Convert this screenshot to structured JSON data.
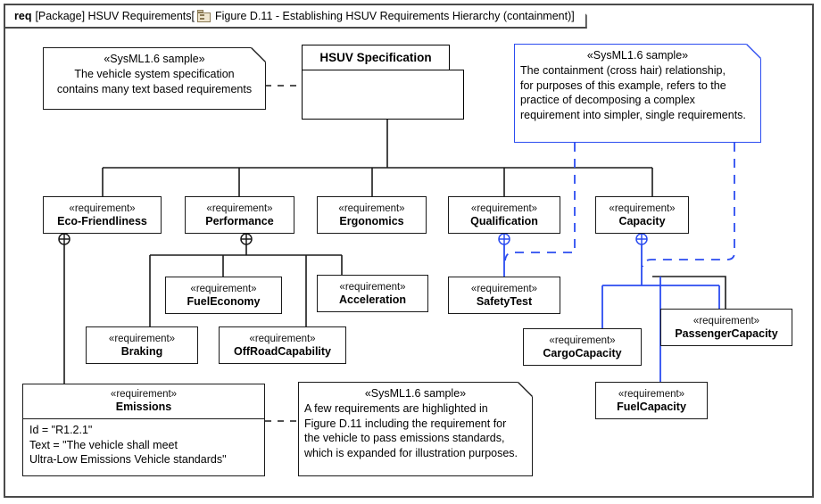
{
  "header": {
    "kind": "req",
    "scope": "[Package] HSUV Requirements[",
    "icon": "package-diagram-icon",
    "title": "Figure D.11 - Establishing HSUV Requirements Hierarchy (containment)",
    "close_bracket": "]"
  },
  "colors": {
    "frame": "#4a4a4a",
    "node_border": "#1a1a1a",
    "link": "#1a1a1a",
    "containment_blue": "#2b4cf0",
    "note_icon_fill": "#efe6cf"
  },
  "package": {
    "name": "HSUV Specification"
  },
  "stereotypes": {
    "requirement": "«requirement»",
    "sample": "«SysML1.6 sample»"
  },
  "requirements": [
    {
      "id": "eco",
      "stereotype": "«requirement»",
      "name": "Eco-Friendliness"
    },
    {
      "id": "perf",
      "stereotype": "«requirement»",
      "name": "Performance"
    },
    {
      "id": "ergo",
      "stereotype": "«requirement»",
      "name": "Ergonomics"
    },
    {
      "id": "qual",
      "stereotype": "«requirement»",
      "name": "Qualification"
    },
    {
      "id": "cap",
      "stereotype": "«requirement»",
      "name": "Capacity"
    },
    {
      "id": "fueleco",
      "stereotype": "«requirement»",
      "name": "FuelEconomy"
    },
    {
      "id": "accel",
      "stereotype": "«requirement»",
      "name": "Acceleration"
    },
    {
      "id": "safety",
      "stereotype": "«requirement»",
      "name": "SafetyTest"
    },
    {
      "id": "braking",
      "stereotype": "«requirement»",
      "name": "Braking"
    },
    {
      "id": "offroad",
      "stereotype": "«requirement»",
      "name": "OffRoadCapability"
    },
    {
      "id": "passcap",
      "stereotype": "«requirement»",
      "name": "PassengerCapacity"
    },
    {
      "id": "cargocap",
      "stereotype": "«requirement»",
      "name": "CargoCapacity"
    },
    {
      "id": "fuelcap",
      "stereotype": "«requirement»",
      "name": "FuelCapacity"
    },
    {
      "id": "emissions",
      "stereotype": "«requirement»",
      "name": "Emissions"
    }
  ],
  "emissions_body": {
    "line1": "Id = \"R1.2.1\"",
    "line2": "Text = \"The vehicle shall meet",
    "line3": "Ultra-Low Emissions Vehicle standards\""
  },
  "notes": {
    "spec_note": {
      "stereotype": "«SysML1.6 sample»",
      "line1": "The vehicle system specification",
      "line2": "contains many text based requirements"
    },
    "containment_note": {
      "stereotype": "«SysML1.6 sample»",
      "line1": "The containment (cross hair) relationship,",
      "line2": "for purposes of this example, refers to the",
      "line3": "practice of decomposing a complex",
      "line4": "requirement into simpler, single requirements."
    },
    "emissions_note": {
      "stereotype": "«SysML1.6 sample»",
      "line1": "A few requirements are highlighted in",
      "line2": "Figure D.11 including the requirement for",
      "line3": "the vehicle to pass emissions standards,",
      "line4": "which is expanded for illustration purposes."
    }
  }
}
